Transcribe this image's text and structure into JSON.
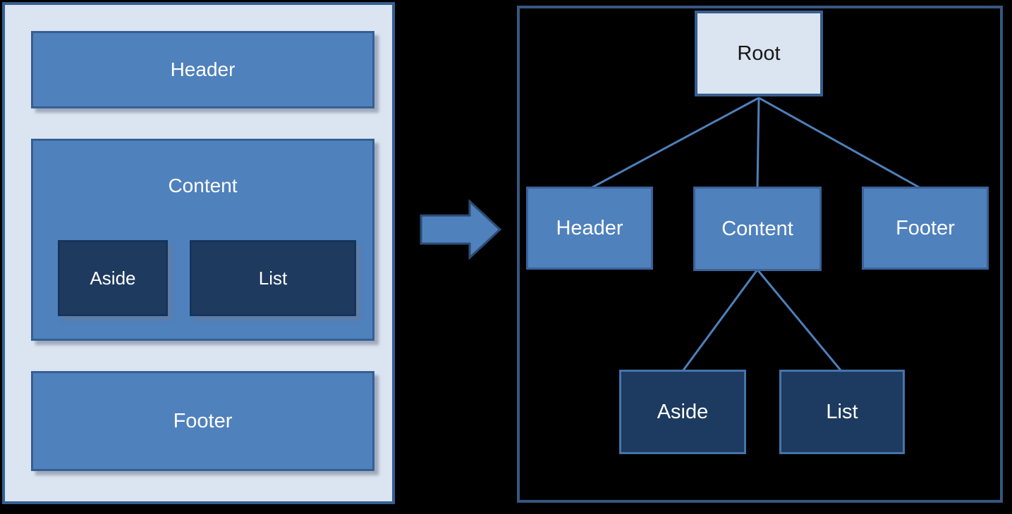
{
  "page": {
    "background": "#000000",
    "description_colors": {
      "panel_light_fill": "#dbe5f1",
      "panel_border": "#365f91",
      "box_blue_fill": "#4f81bd",
      "box_blue_border": "#365f91",
      "box_dark_fill": "#1e3a5f",
      "edge_line": "#4e7fba",
      "text_light": "#ffffff",
      "text_dark": "#161616"
    }
  },
  "left_panel": {
    "boxes": {
      "header": "Header",
      "content": "Content",
      "aside": "Aside",
      "list": "List",
      "footer": "Footer"
    }
  },
  "arrow": {
    "direction": "right",
    "fill": "#4f81bd",
    "border": "#2c4b72"
  },
  "tree": {
    "nodes": {
      "root": "Root",
      "header": "Header",
      "content": "Content",
      "footer": "Footer",
      "aside": "Aside",
      "list": "List"
    },
    "edges": [
      [
        "root",
        "header"
      ],
      [
        "root",
        "content"
      ],
      [
        "root",
        "footer"
      ],
      [
        "content",
        "aside"
      ],
      [
        "content",
        "list"
      ]
    ]
  }
}
